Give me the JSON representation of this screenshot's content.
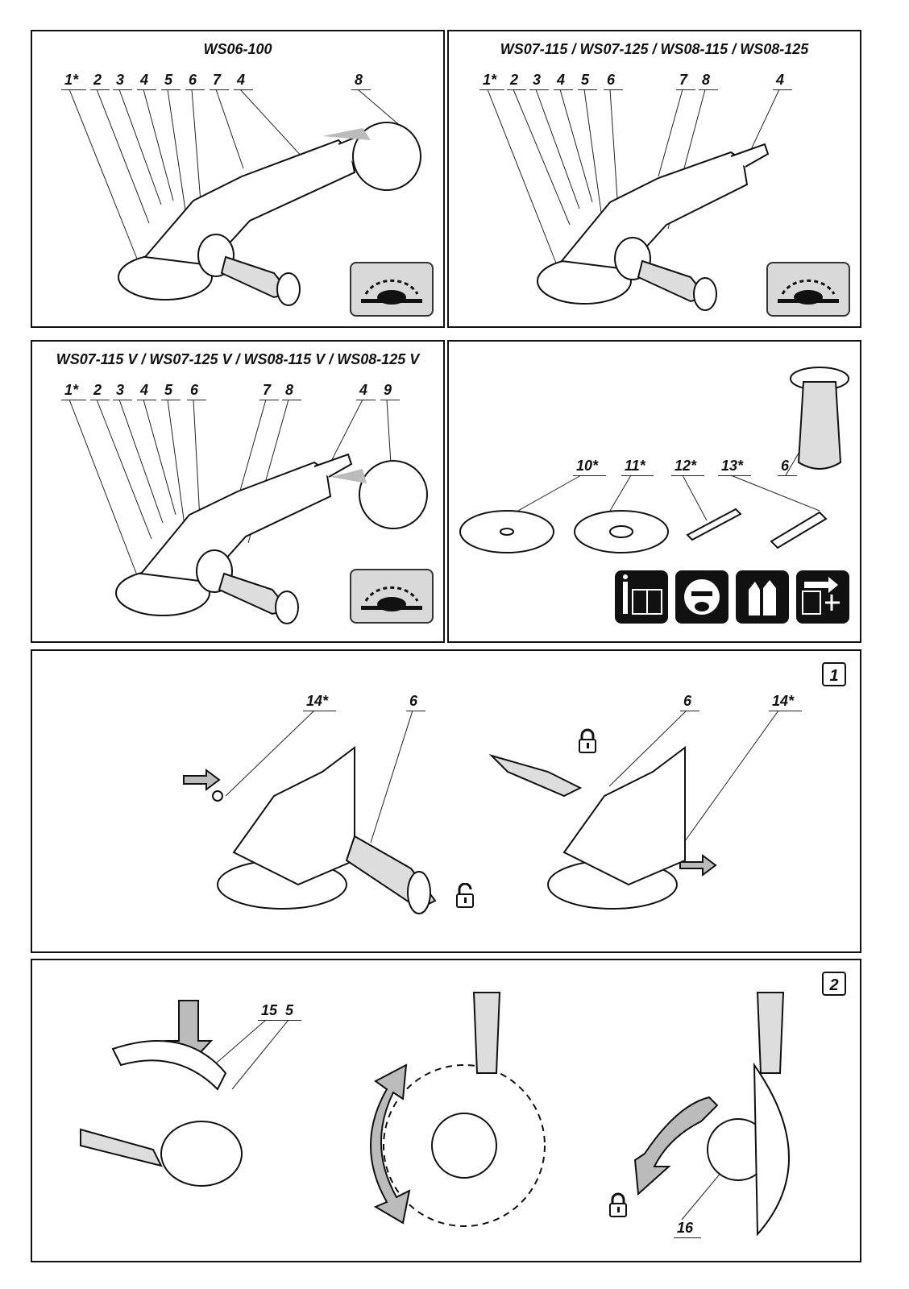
{
  "panels": {
    "p1": {
      "title": "WS06-100",
      "labels": [
        "1*",
        "2",
        "3",
        "4",
        "5",
        "6",
        "7",
        "4",
        "8"
      ]
    },
    "p2": {
      "title": "WS07-115 / WS07-125 / WS08-115 / WS08-125",
      "labels": [
        "1*",
        "2",
        "3",
        "4",
        "5",
        "6",
        "7",
        "8",
        "4"
      ]
    },
    "p3": {
      "title": "WS07-115 V / WS07-125 V / WS08-115 V / WS08-125 V",
      "labels": [
        "1*",
        "2",
        "3",
        "4",
        "5",
        "6",
        "7",
        "8",
        "4",
        "9"
      ]
    },
    "p4": {
      "labels": [
        "10*",
        "11*",
        "12*",
        "13*",
        "6"
      ]
    },
    "step1": {
      "number": "1",
      "labels": [
        "14*",
        "6",
        "6",
        "14*"
      ]
    },
    "step2": {
      "number": "2",
      "labels": [
        "15",
        "5",
        "16"
      ]
    }
  },
  "icons": [
    "speed-dial-icon",
    "manual-icon",
    "ppe-icon",
    "gloves-icon",
    "unplug-icon",
    "lock-icon",
    "unlock-icon"
  ]
}
